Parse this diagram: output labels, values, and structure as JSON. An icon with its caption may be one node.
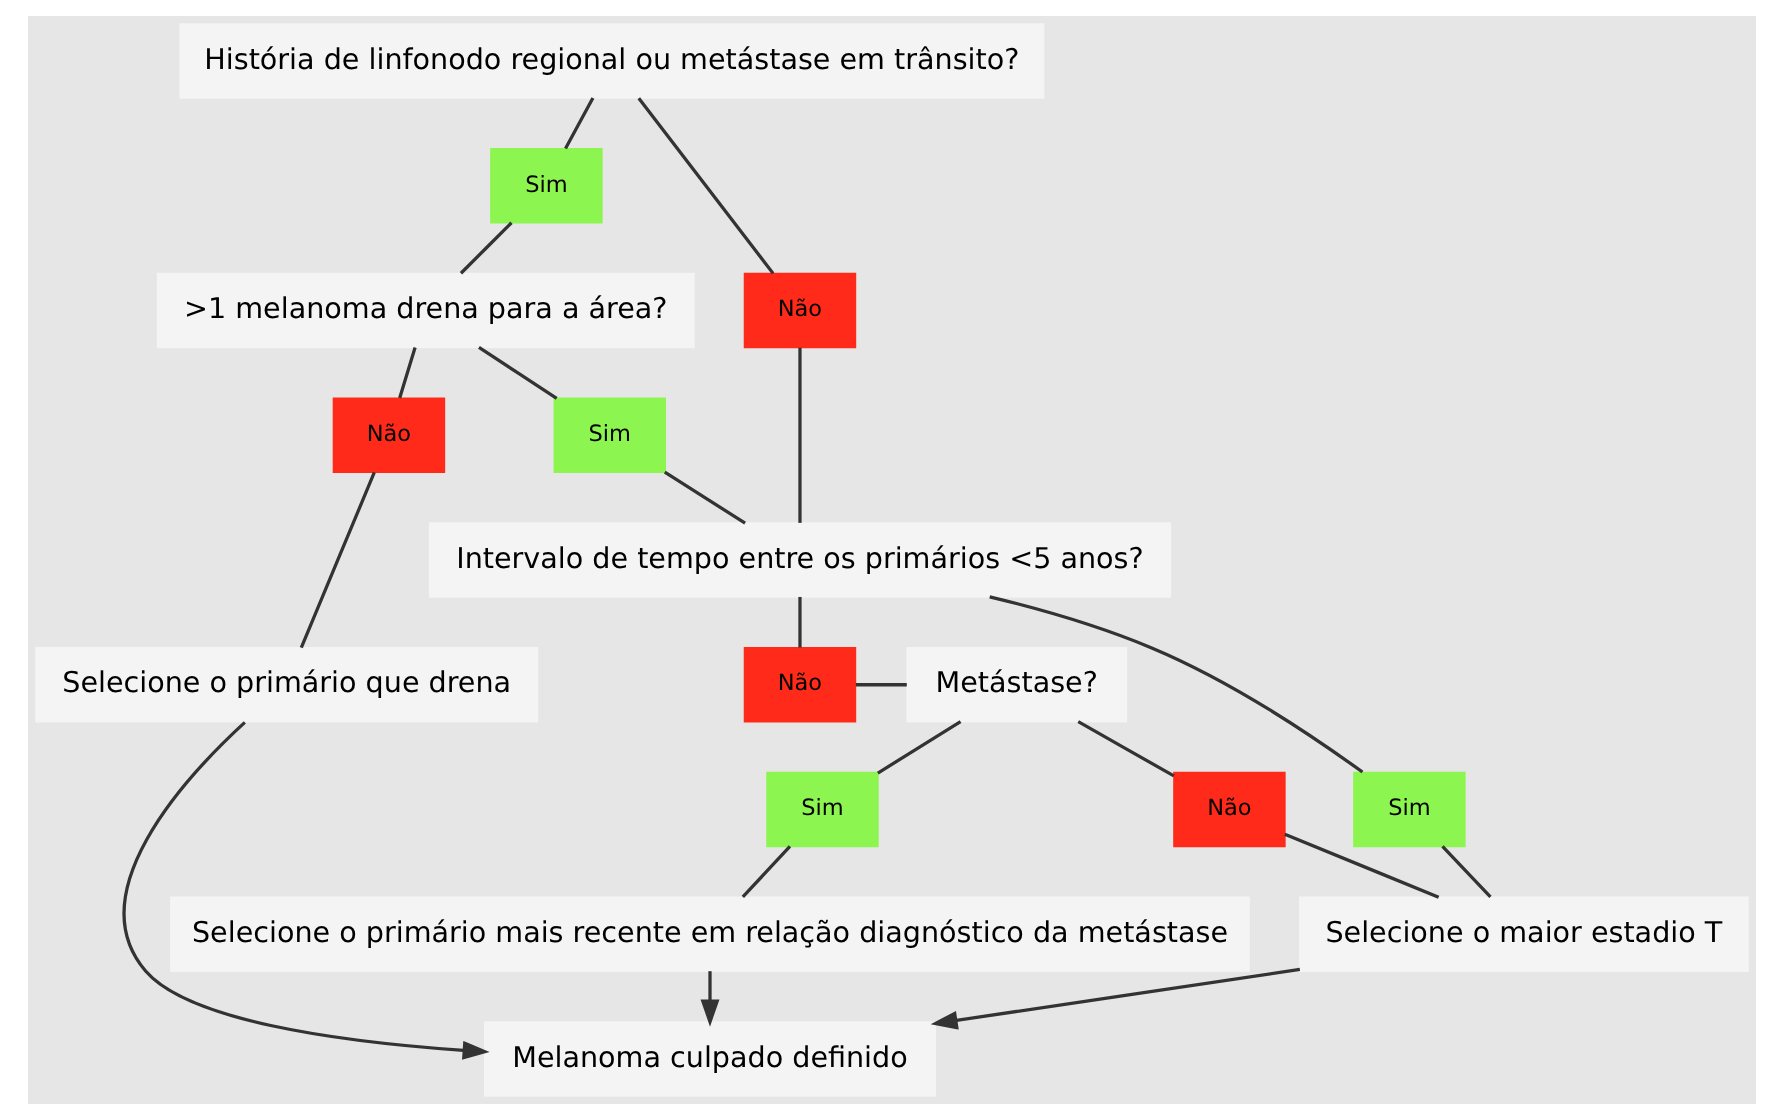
{
  "diagram": {
    "nodes": [
      {
        "text": [
          "História de linfonodo regional ou metástase em trânsito?"
        ]
      },
      {
        "text": [
          "Sim"
        ]
      },
      {
        "text": [
          "Não"
        ]
      },
      {
        "text": [
          ">1 melanoma drena para a área?"
        ]
      },
      {
        "text": [
          "Não"
        ]
      },
      {
        "text": [
          "Sim"
        ]
      },
      {
        "text": [
          "Selecione o primário que drena"
        ]
      },
      {
        "text": [
          "Intervalo de tempo entre os primários <5 anos?"
        ]
      },
      {
        "text": [
          "Não"
        ]
      },
      {
        "text": [
          "Metástase?"
        ]
      },
      {
        "text": [
          "Sim"
        ]
      },
      {
        "text": [
          "Não"
        ]
      },
      {
        "text": [
          "Selecione o primário mais recente em relação diagnóstico da metástase"
        ]
      },
      {
        "text": [
          "Sim"
        ]
      },
      {
        "text": [
          "Selecione o maior estadio T"
        ]
      },
      {
        "text": [
          "Melanoma culpado definido"
        ]
      }
    ],
    "edges": [
      {
        "from": 0,
        "to": 1,
        "arrow": "none"
      },
      {
        "from": 0,
        "to": 2,
        "arrow": "none"
      },
      {
        "from": 1,
        "to": 3,
        "arrow": "none"
      },
      {
        "from": 2,
        "to": 7,
        "arrow": "none"
      },
      {
        "from": 3,
        "to": 4,
        "arrow": "none"
      },
      {
        "from": 3,
        "to": 5,
        "arrow": "none"
      },
      {
        "from": 4,
        "to": 6,
        "arrow": "none"
      },
      {
        "from": 5,
        "to": 7,
        "arrow": "none"
      },
      {
        "from": 7,
        "to": 8,
        "arrow": "none"
      },
      {
        "from": 8,
        "to": 9,
        "arrow": "none"
      },
      {
        "from": 7,
        "to": 13,
        "arrow": "none"
      },
      {
        "from": 13,
        "to": 14,
        "arrow": "none"
      },
      {
        "from": 9,
        "to": 10,
        "arrow": "none"
      },
      {
        "from": 9,
        "to": 11,
        "arrow": "none"
      },
      {
        "from": 10,
        "to": 12,
        "arrow": "none"
      },
      {
        "from": 11,
        "to": 14,
        "arrow": "none"
      },
      {
        "from": 6,
        "to": 15,
        "arrow": "to"
      },
      {
        "from": 12,
        "to": 15,
        "arrow": "to"
      },
      {
        "from": 14,
        "to": 15,
        "arrow": "to"
      }
    ]
  }
}
